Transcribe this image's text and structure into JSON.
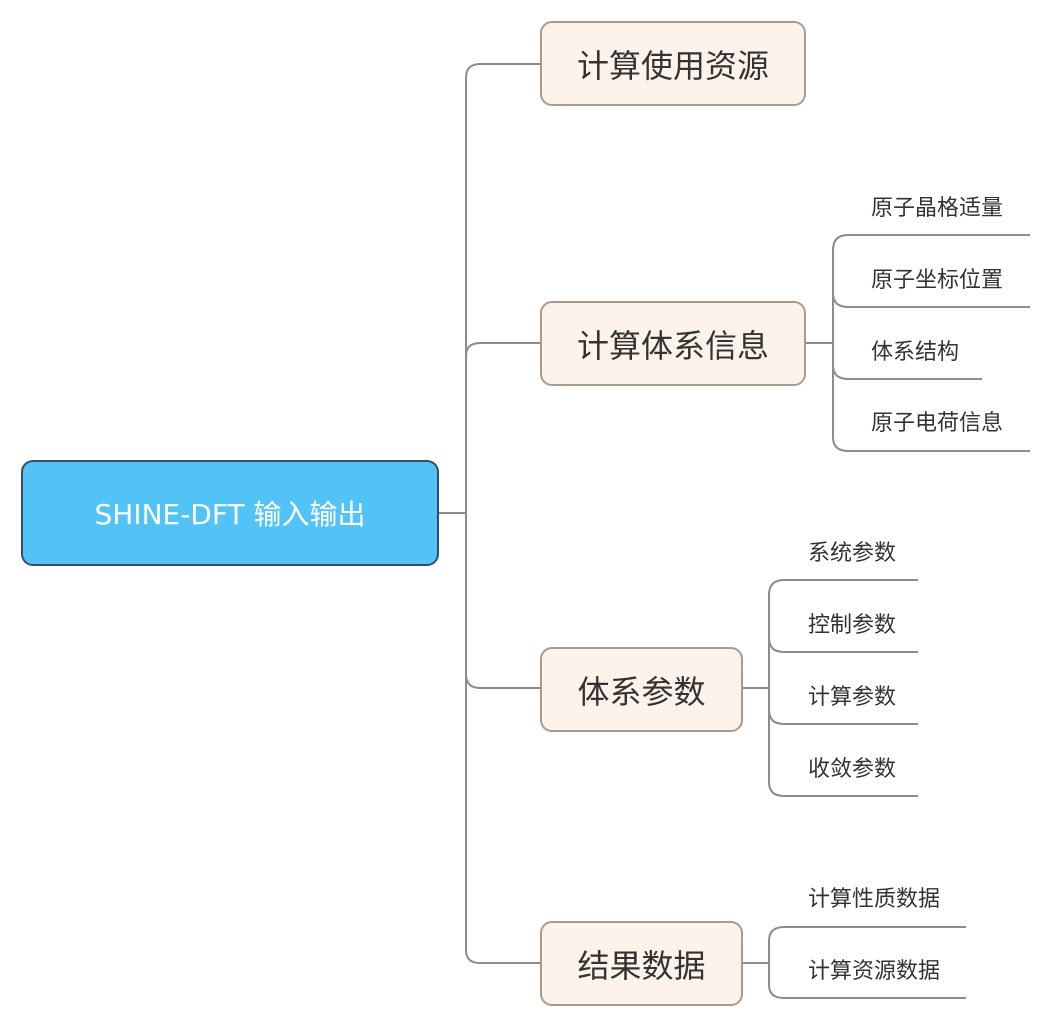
{
  "root": {
    "label": "SHINE-DFT 输入输出"
  },
  "branches": [
    {
      "label": "计算使用资源",
      "children": []
    },
    {
      "label": "计算体系信息",
      "children": [
        "原子晶格适量",
        "原子坐标位置",
        "体系结构",
        "原子电荷信息"
      ]
    },
    {
      "label": "体系参数",
      "children": [
        "系统参数",
        "控制参数",
        "计算参数",
        "收敛参数"
      ]
    },
    {
      "label": "结果数据",
      "children": [
        "计算性质数据",
        "计算资源数据"
      ]
    }
  ],
  "colors": {
    "root_fill": "#52c3f7",
    "root_border": "#3a4a6a",
    "branch_fill": "#fdf3ea",
    "branch_border": "#a89a8c",
    "connector": "#8c8c8c"
  }
}
